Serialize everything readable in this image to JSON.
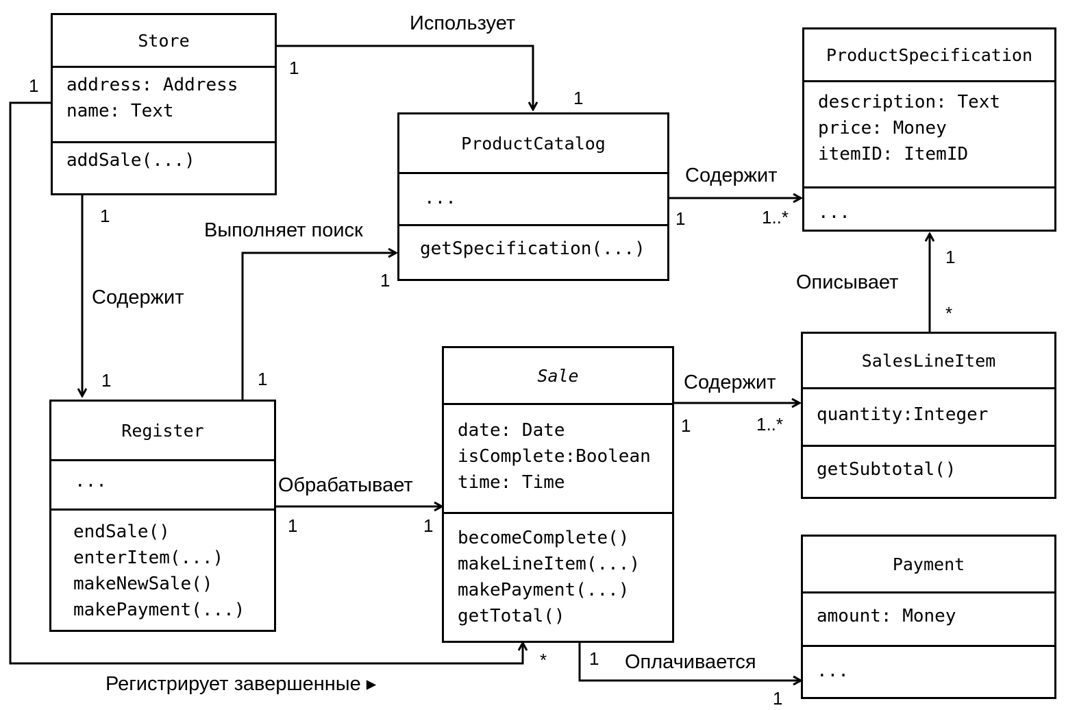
{
  "classes": {
    "store": {
      "name": "Store",
      "attributes": [
        "address: Address",
        "name: Text"
      ],
      "operations": [
        "addSale(...)"
      ]
    },
    "product_catalog": {
      "name": "ProductCatalog",
      "attributes": [
        "..."
      ],
      "operations": [
        "getSpecification(...)"
      ]
    },
    "product_specification": {
      "name": "ProductSpecification",
      "attributes": [
        "description: Text",
        "price: Money",
        "itemID: ItemID"
      ],
      "operations": [
        "..."
      ]
    },
    "register": {
      "name": "Register",
      "attributes": [
        "..."
      ],
      "operations": [
        "endSale()",
        "enterItem(...)",
        "makeNewSale()",
        "makePayment(...)"
      ]
    },
    "sale": {
      "name": "Sale",
      "attributes": [
        "date: Date",
        "isComplete:Boolean",
        "time: Time"
      ],
      "operations": [
        "becomeComplete()",
        "makeLineItem(...)",
        "makePayment(...)",
        "getTotal()"
      ]
    },
    "sales_line_item": {
      "name": "SalesLineItem",
      "attributes": [
        "quantity:Integer"
      ],
      "operations": [
        "getSubtotal()"
      ]
    },
    "payment": {
      "name": "Payment",
      "attributes": [
        "amount: Money"
      ],
      "operations": [
        "..."
      ]
    }
  },
  "associations": {
    "uses": {
      "label": "Использует",
      "mult_source": "1",
      "mult_target": "1"
    },
    "store_contains": {
      "label": "Содержит",
      "mult_source": "1",
      "mult_target": "1"
    },
    "catalog_contains": {
      "label": "Содержит",
      "mult_source": "1",
      "mult_target": "1..*"
    },
    "looks_up": {
      "label": "Выполняет поиск",
      "mult_source": "1",
      "mult_target": "1"
    },
    "describes": {
      "label": "Описывает",
      "mult_source": "*",
      "mult_target": "1"
    },
    "sale_contains": {
      "label": "Содержит",
      "mult_source": "1",
      "mult_target": "1..*"
    },
    "captures": {
      "label": "Обрабатывает",
      "mult_source": "1",
      "mult_target": "1"
    },
    "paid_by": {
      "label": "Оплачивается",
      "mult_source": "1",
      "mult_target": "1"
    },
    "logs_completed": {
      "label": "Регистрирует завершенные ▸",
      "mult_source": "1",
      "mult_target": "*"
    }
  }
}
